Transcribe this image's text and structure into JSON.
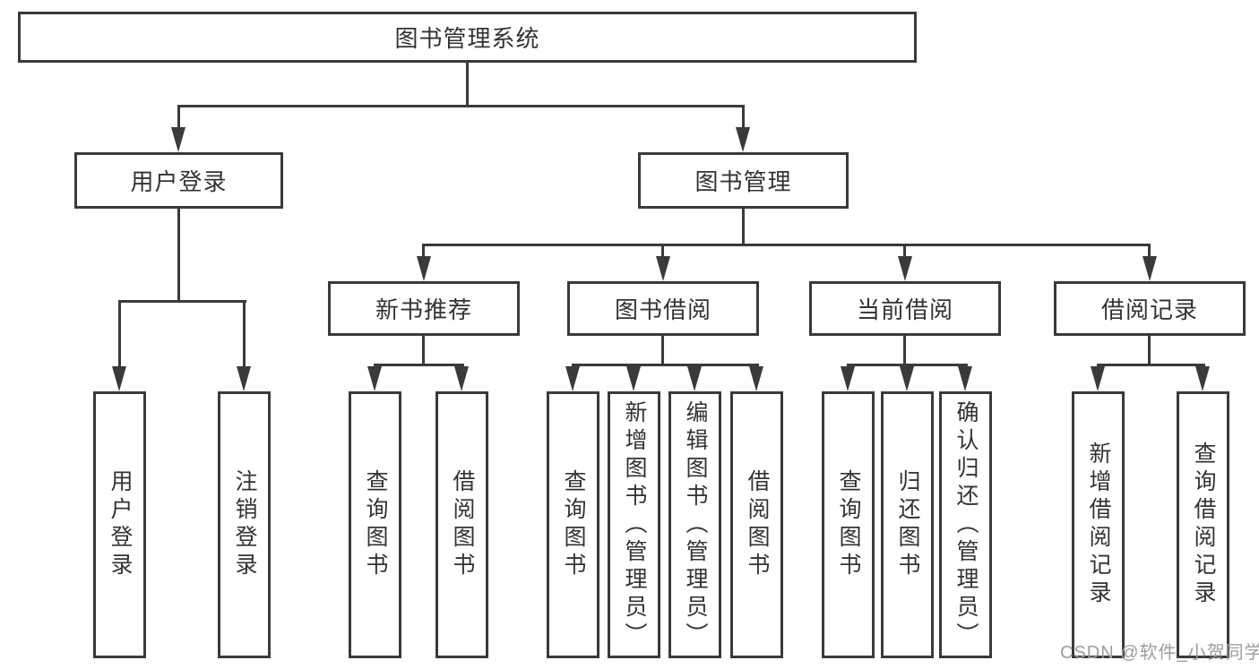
{
  "diagram": {
    "root": {
      "label": "图书管理系统"
    },
    "level2": [
      {
        "label": "用户登录",
        "children": [
          {
            "label": "用户登录"
          },
          {
            "label": "注销登录"
          }
        ]
      },
      {
        "label": "图书管理",
        "children": [
          {
            "label": "新书推荐",
            "children": [
              {
                "label": "查询图书"
              },
              {
                "label": "借阅图书"
              }
            ]
          },
          {
            "label": "图书借阅",
            "children": [
              {
                "label": "查询图书"
              },
              {
                "label": "新增图书（管理员）"
              },
              {
                "label": "编辑图书（管理员）"
              },
              {
                "label": "借阅图书"
              }
            ]
          },
          {
            "label": "当前借阅",
            "children": [
              {
                "label": "查询图书"
              },
              {
                "label": "归还图书"
              },
              {
                "label": "确认归还（管理员）"
              }
            ]
          },
          {
            "label": "借阅记录",
            "children": [
              {
                "label": "新增借阅记录"
              },
              {
                "label": "查询借阅记录"
              }
            ]
          }
        ]
      }
    ]
  },
  "watermark": {
    "text": "CSDN @软件_小贺同学"
  },
  "colors": {
    "line": "#3a3a3a",
    "text": "#333333",
    "watermark": "#9d9d9d",
    "background": "#ffffff"
  }
}
